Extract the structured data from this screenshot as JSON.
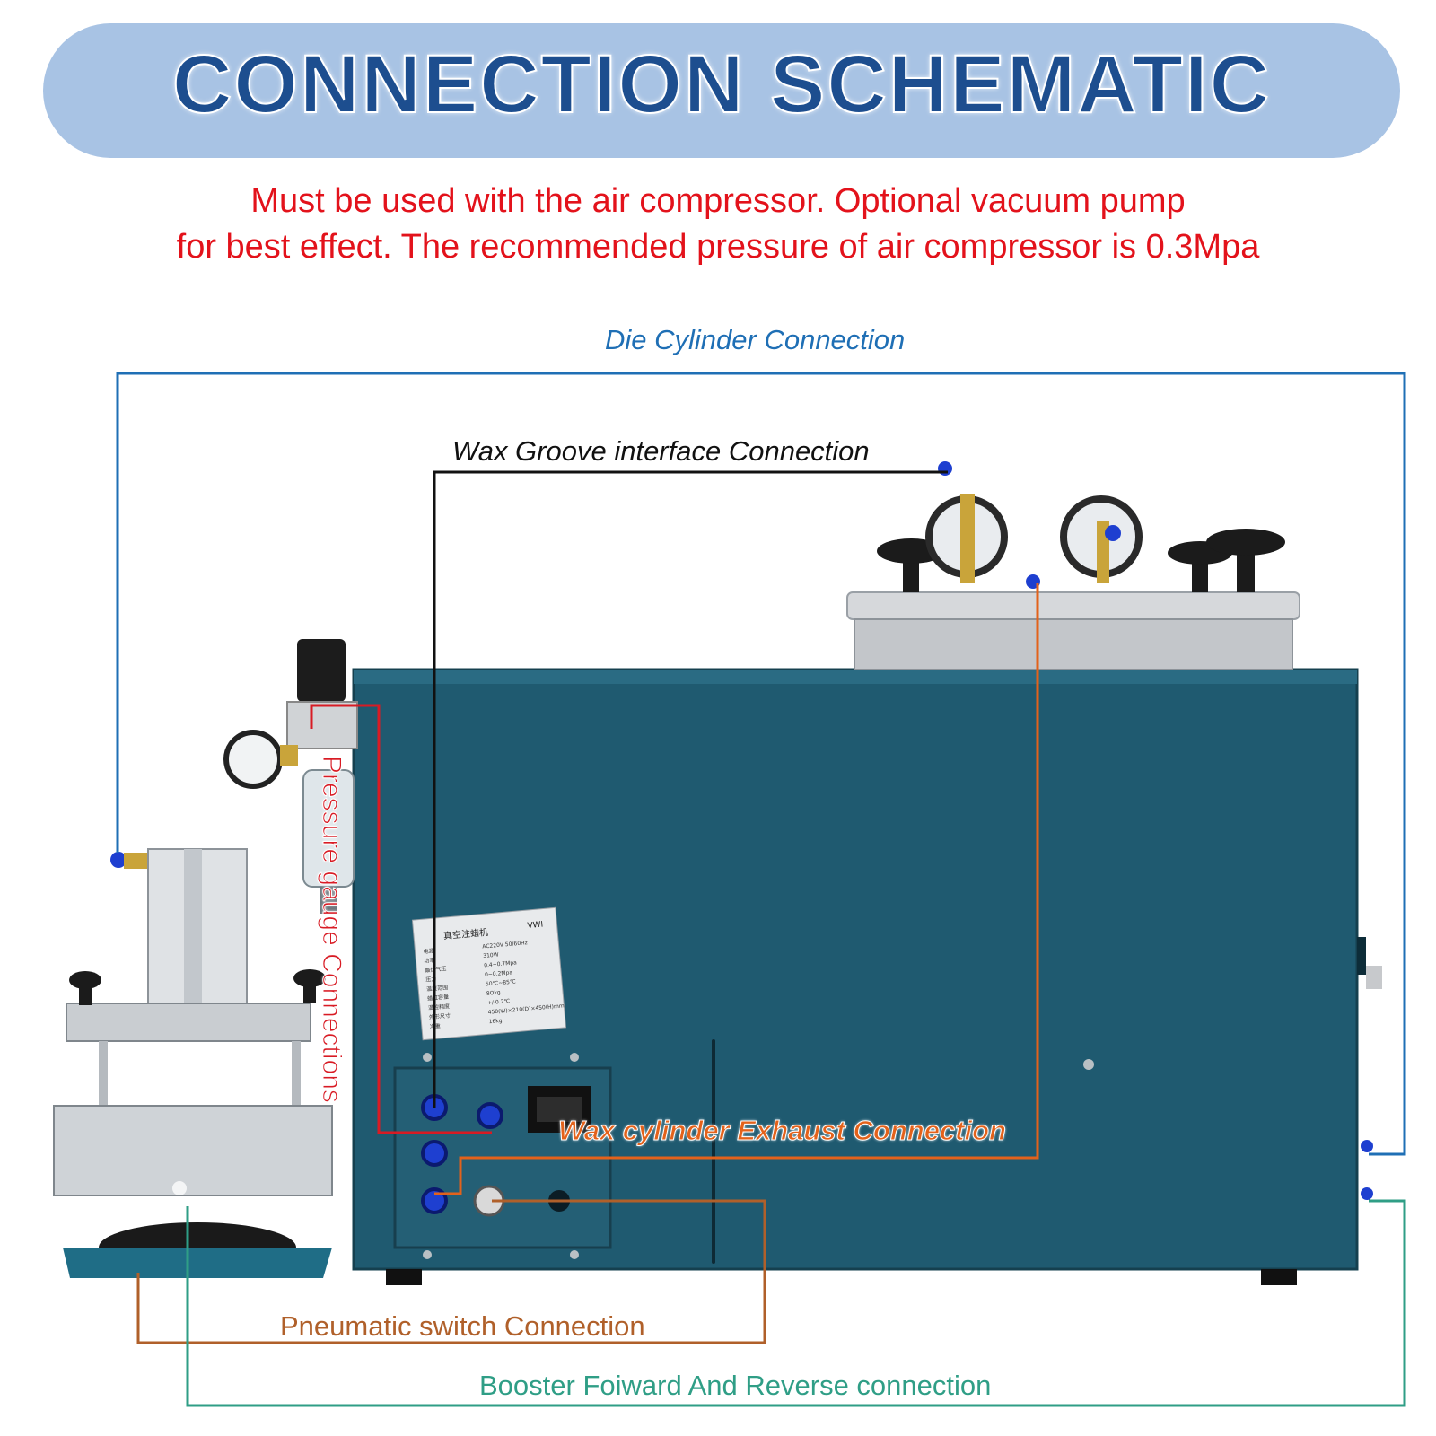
{
  "header": {
    "title": "CONNECTION SCHEMATIC"
  },
  "notes": {
    "line1": "Must be used with the air compressor. Optional vacuum pump",
    "line2": "for best effect. The recommended pressure of air compressor is 0.3Mpa"
  },
  "connections": {
    "die_cylinder": {
      "label": "Die Cylinder Connection",
      "color": "#1f6fb5"
    },
    "wax_groove": {
      "label": "Wax Groove interface Connection",
      "color": "#111111"
    },
    "pressure_gauge": {
      "label": "Pressure gauge Connections",
      "color": "#d81b24"
    },
    "wax_exhaust": {
      "label": "Wax cylinder Exhaust Connection",
      "color": "#e3621b"
    },
    "pneumatic_switch": {
      "label": "Pneumatic switch Connection",
      "color": "#b0602a"
    },
    "booster": {
      "label": "Booster Foiward And Reverse connection",
      "color": "#2f9e86"
    }
  },
  "device": {
    "body_color": "#1f5a70",
    "nameplate_title": "真空注蜡机",
    "nameplate_model": "VWI",
    "nameplate_rows": [
      [
        "电源",
        "AC220V 50/60Hz"
      ],
      [
        "功率",
        "310W"
      ],
      [
        "最佳气压",
        "0.4~0.7Mpa"
      ],
      [
        "压力",
        "0~0.2Mpa"
      ],
      [
        "温度范围",
        "50℃~85℃"
      ],
      [
        "蜡缸容量",
        "8Okg"
      ],
      [
        "温控精度",
        "+/-0.2℃"
      ],
      [
        "外形尺寸",
        "450(W)×210(D)×450(H)mm"
      ],
      [
        "净重",
        "16kg"
      ]
    ]
  }
}
